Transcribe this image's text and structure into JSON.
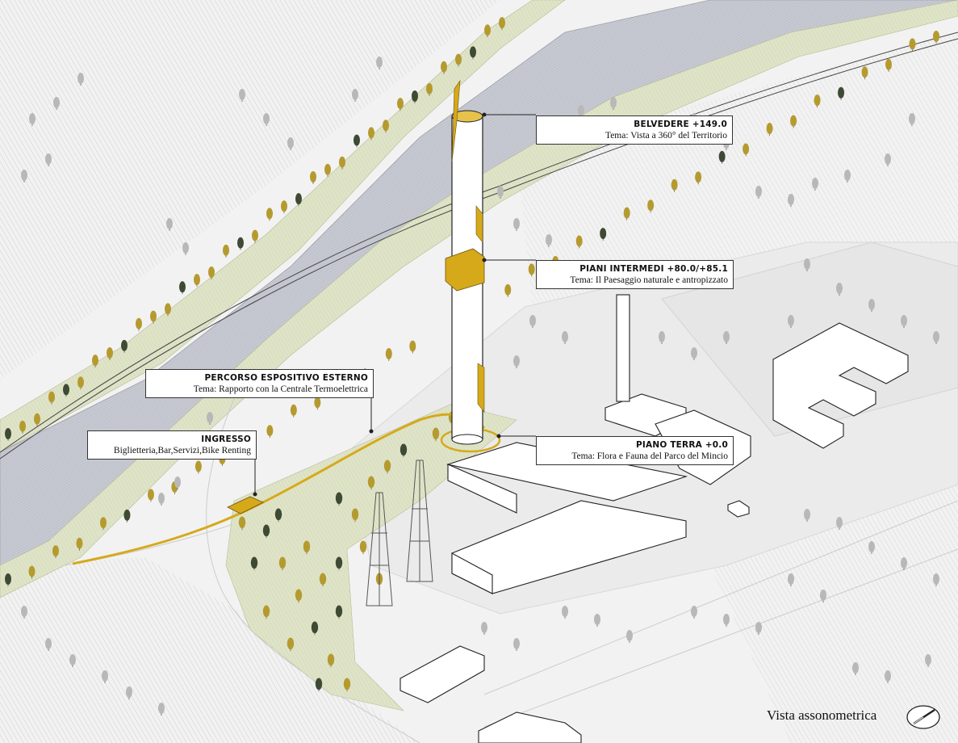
{
  "colors": {
    "background": "#f2f2f2",
    "water": "#c9ccd4",
    "green": "#dde2c6",
    "tree_olive": "#b59a2f",
    "tree_dark": "#3f4a35",
    "tree_grey": "#b8b8b8",
    "accent_gold": "#d6a91b",
    "line": "#333333"
  },
  "callouts": {
    "belvedere": {
      "title": "BELVEDERE +149.0",
      "subtitle": "Tema: Vista a 360° del Territorio"
    },
    "intermedi": {
      "title": "PIANI INTERMEDI +80.0/+85.1",
      "subtitle": "Tema: Il Paesaggio naturale e antropizzato"
    },
    "percorso": {
      "title": "PERCORSO ESPOSITIVO ESTERNO",
      "subtitle": "Tema: Rapporto con la Centrale Termoelettrica"
    },
    "ingresso": {
      "title": "INGRESSO",
      "subtitle": "Biglietteria,Bar,Servizi,Bike Renting"
    },
    "terra": {
      "title": "PIANO TERRA +0.0",
      "subtitle": "Tema: Flora e Fauna del Parco del Mincio"
    }
  },
  "view_title": "Vista assonometrica",
  "compass_icon": "north-arrow-icon"
}
